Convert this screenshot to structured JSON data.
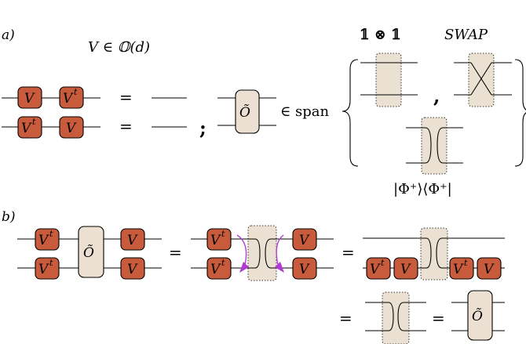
{
  "colors": {
    "v_box": "#c75b3c",
    "o_box": "#ebe0d2",
    "shade": "#eae1d3",
    "arrow": "#b23ad0"
  },
  "panel_a": {
    "label": "a)",
    "orthogonal_statement": "V ∈ 𝕆(d)",
    "eq_sign": "=",
    "semicolon": ";",
    "in_span": "∈ span",
    "identity_label": "𝟙 ⊗ 𝟙",
    "swap_label": "SWAP",
    "comma": ",",
    "projector_label": "|Φ⁺⟩⟨Φ⁺|",
    "box_v": "V",
    "box_vt": "V",
    "sup_t": "t",
    "box_o": "Õ"
  },
  "panel_b": {
    "label": "b)",
    "eq_sign": "=",
    "box_v": "V",
    "sup_t": "t",
    "box_o": "Õ"
  }
}
